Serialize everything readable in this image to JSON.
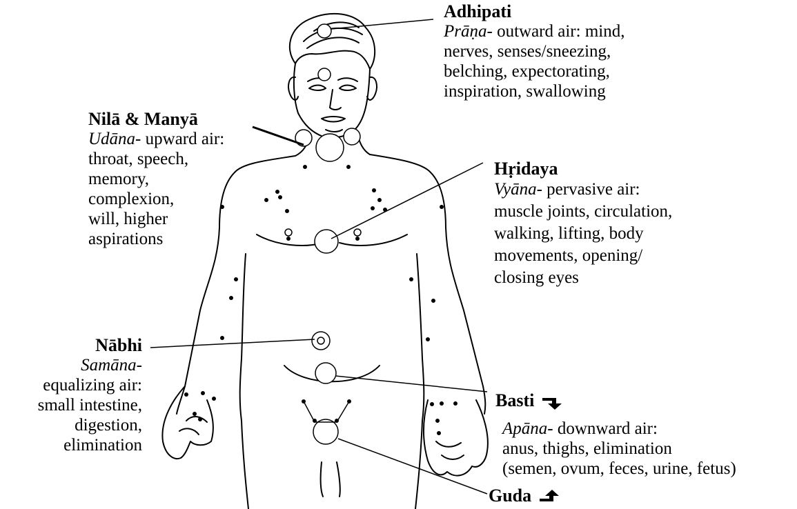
{
  "labels": {
    "adhipati": {
      "title": "Adhipati",
      "air": "Prāṇa-",
      "lines": [
        "outward air: mind,",
        "nerves, senses/sneezing,",
        "belching, expectorating,",
        "inspiration, swallowing"
      ]
    },
    "nila": {
      "title": "Nilā & Manyā",
      "air": "Udāna-",
      "lines": [
        "upward air:",
        "throat, speech,",
        "memory,",
        "complexion,",
        "will, higher",
        "aspirations"
      ]
    },
    "hridaya": {
      "title": "Hṛidaya",
      "air": "Vyāna-",
      "lines": [
        "pervasive air:",
        "muscle joints, circulation,",
        "walking, lifting, body",
        "movements, opening/",
        "closing eyes"
      ]
    },
    "nabhi": {
      "title": "Nābhi",
      "air": "Samāna-",
      "lines": [
        "equalizing air:",
        "small intestine,",
        "digestion,",
        "elimination"
      ]
    },
    "basti": {
      "title": "Basti",
      "air": "Apāna-",
      "lines": [
        "downward air:",
        "anus, thighs, elimination",
        "(semen, ovum, feces, urine, fetus)"
      ]
    },
    "guda": {
      "title": "Guda"
    }
  }
}
